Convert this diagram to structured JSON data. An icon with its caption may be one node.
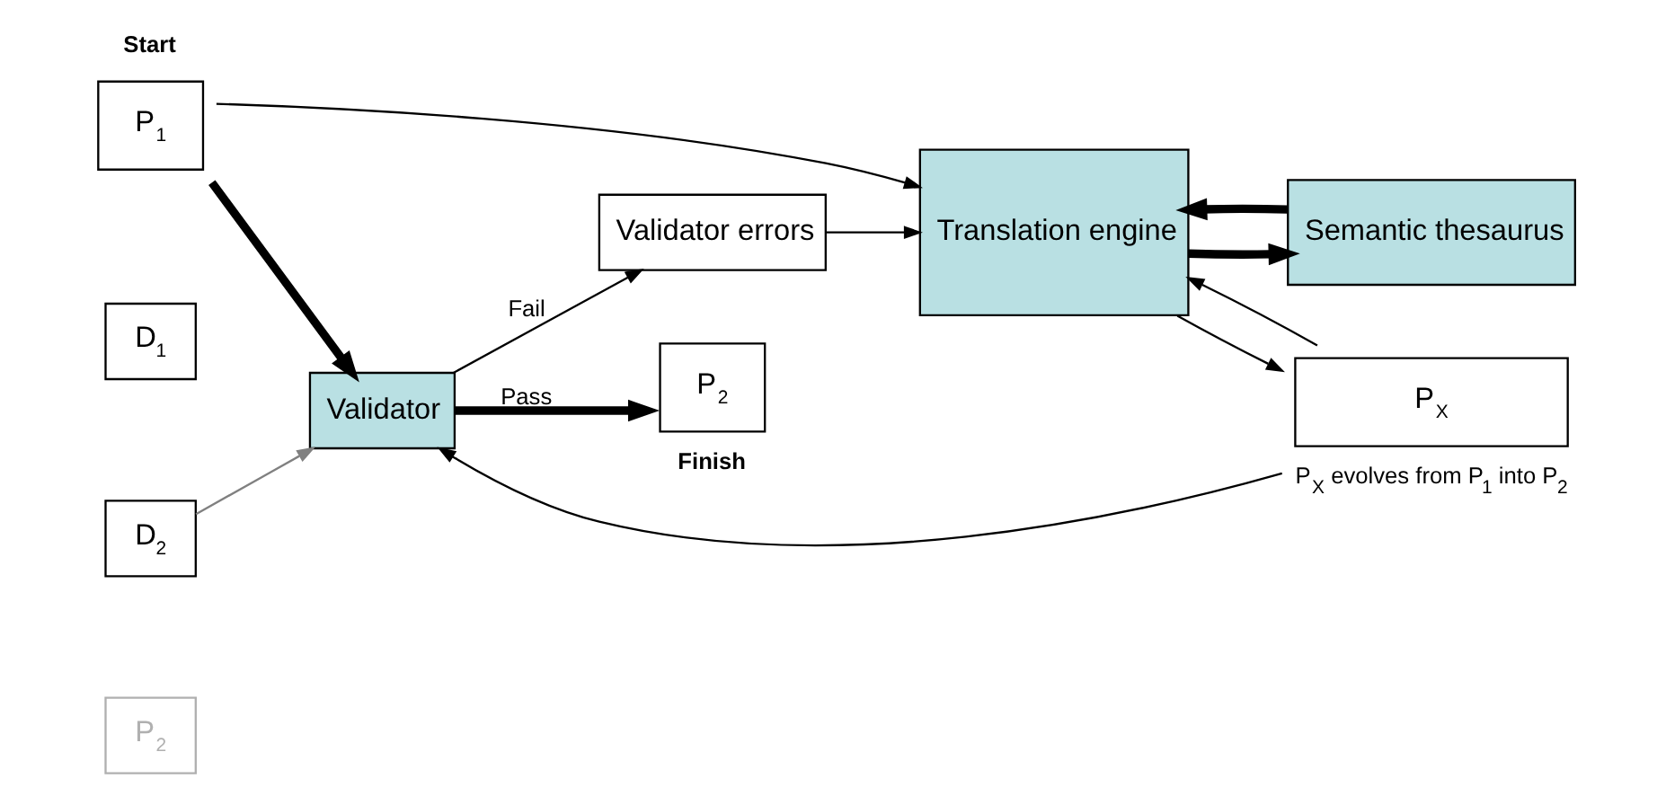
{
  "diagram": {
    "nodes": [
      {
        "text": [
          "P$_{1}$"
        ],
        "beside": [
          "Start"
        ]
      },
      {
        "text": [
          "D$_{1}$"
        ]
      },
      {
        "text": [
          "Validator"
        ]
      },
      {
        "text": [
          "Validator errors"
        ]
      },
      {
        "text": [
          "Semantic thesaurus"
        ]
      },
      {
        "text": [
          "Translation engine"
        ]
      },
      {
        "text": [
          "P$_{2}$"
        ],
        "beside": [
          "Finish"
        ]
      },
      {
        "text": [
          "D$_{2}$"
        ]
      },
      {
        "text": [
          "P$_{2}$"
        ]
      },
      {
        "text": [
          "P$_{X}$"
        ],
        "beside": [
          "P$_{X}$ evolves from P$_{1}$ into P$_{2}$"
        ]
      }
    ],
    "edges": [
      {
        "from": 0,
        "to": 2,
        "arrow": "to",
        "style": "thick"
      },
      {
        "from": 0,
        "to": 5,
        "arrow": "to"
      },
      {
        "from": 7,
        "to": 2,
        "arrow": "to",
        "color": "#808080"
      },
      {
        "from": 2,
        "to": 3,
        "arrow": "to",
        "label": "Fail"
      },
      {
        "from": 2,
        "to": 6,
        "arrow": "to",
        "label": "Pass",
        "style": "thick"
      },
      {
        "from": 3,
        "to": 5,
        "arrow": "to"
      },
      {
        "from": 4,
        "to": 5,
        "arrow": "to",
        "style": "thick"
      },
      {
        "from": 5,
        "to": 4,
        "arrow": "to",
        "style": "thick"
      },
      {
        "from": 5,
        "to": 9,
        "arrow": "to"
      },
      {
        "from": 9,
        "to": 2,
        "arrow": "to"
      },
      {
        "from": 9,
        "to": 5,
        "arrow": "to"
      }
    ]
  }
}
